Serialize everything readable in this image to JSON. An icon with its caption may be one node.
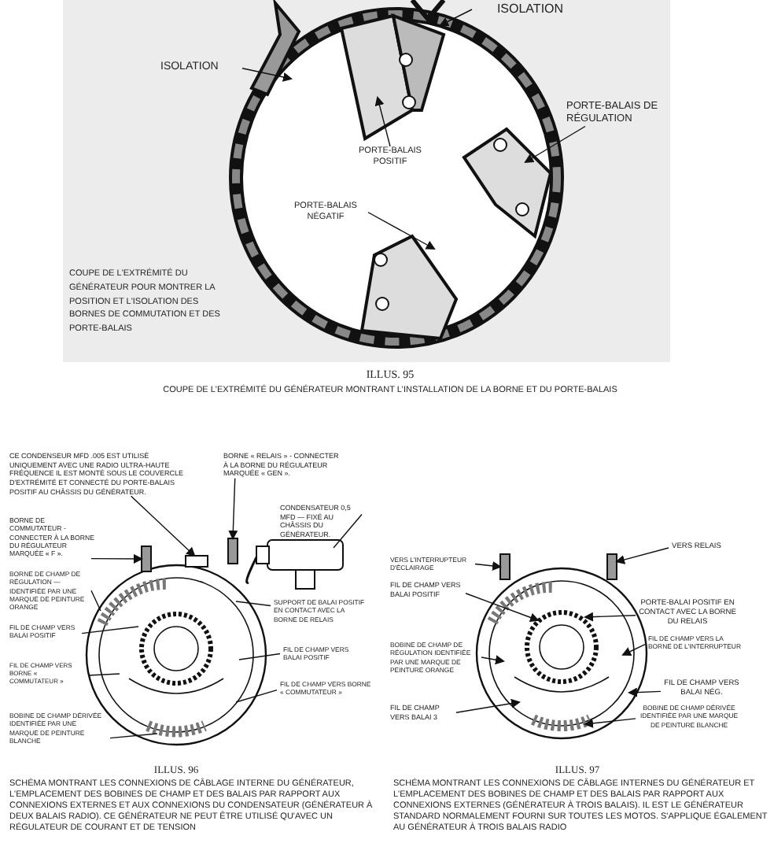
{
  "diagram": {
    "nodes": [
      {
        "text": [
          "ISOLATION"
        ]
      },
      {
        "text": [
          "ISOLATION"
        ]
      },
      {
        "text": [
          "PORTE-BALAIS DE RÉGULATION"
        ]
      },
      {
        "text": [
          "PORTE-BALAIS POSITIF"
        ]
      },
      {
        "text": [
          "PORTE-BALAIS NÉGATIF"
        ]
      },
      {
        "text": [
          "CE CONDENSEUR MFD .005 EST UTILISÉ UNIQUEMENT AVEC UNE RADIO ULTRA-HAUTE FRÉQUENCE IL EST MONTÉ SOUS LE COUVERCLE D'EXTRÉMITÉ ET CONNECTÉ DU PORTE-BALAIS POSITIF AU CHÂSSIS DU GÉNÉRATEUR."
        ]
      },
      {
        "text": [
          "BORNE DE COMMUTATEUR - CONNECTER À LA BORNE DU RÉGULATEUR MARQUÉE « F »."
        ]
      },
      {
        "text": [
          "BORNE « RELAIS » - CONNECTER À LA BORNE DU RÉGULATEUR MARQUÉE « GEN »."
        ]
      },
      {
        "text": [
          "CONDENSATEUR 0,5 MFD — FIXÉ AU CHÂSSIS DU GÉNÉRATEUR."
        ]
      },
      {
        "text": [
          "BORNE DE CHAMP DE RÉGULATION — IDENTIFIÉE PAR UNE MARQUE DE PEINTURE ORANGE"
        ]
      },
      {
        "text": [
          "SUPPORT DE BALAI POSITIF EN CONTACT AVEC LA BORNE DE RELAIS"
        ]
      },
      {
        "text": [
          "FIL DE CHAMP VERS BALAI POSITIF"
        ]
      },
      {
        "text": [
          "FIL DE CHAMP VERS BORNE « COMMUTATEUR »"
        ]
      },
      {
        "text": [
          "FIL DE CHAMP VERS BALAI POSITIF"
        ]
      },
      {
        "text": [
          "FIL DE CHAMP VERS BORNE « COMMUTATEUR »"
        ]
      },
      {
        "text": [
          "BOBINE DE CHAMP DÉRIVÉE IDENTIFIÉE PAR UNE MARQUE DE PEINTURE BLANCHE"
        ]
      },
      {
        "text": [
          "VERS L'INTERRUPTEUR D'ÉCLAIRAGE"
        ]
      },
      {
        "text": [
          "VERS RELAIS"
        ]
      },
      {
        "text": [
          "FIL DE CHAMP VERS BALAI POSITIF"
        ]
      },
      {
        "text": [
          "PORTE-BALAI POSITIF EN CONTACT AVEC LA BORNE DU RELAIS"
        ]
      },
      {
        "text": [
          "FIL DE CHAMP VERS LA BORNE DE L'INTERRUPTEUR"
        ]
      },
      {
        "text": [
          "BOBINE DE CHAMP DE RÉGULATION IDENTIFIÉE PAR UNE MARQUE DE PEINTURE ORANGE"
        ]
      },
      {
        "text": [
          "FIL DE CHAMP VERS BALAI NÉG."
        ]
      },
      {
        "text": [
          "FIL DE CHAMP VERS BALAI 3"
        ]
      },
      {
        "text": [
          "BOBINE DE CHAMP DÉRIVÉE IDENTIFIÉE PAR UNE MARQUE DE PEINTURE BLANCHE"
        ]
      },
      {
        "text": [],
        "shape": "bar"
      },
      {
        "text": [],
        "shape": "bar"
      },
      {
        "text": [],
        "shape": "bar"
      },
      {
        "text": [],
        "shape": "bar"
      },
      {
        "text": [],
        "shape": "box"
      }
    ],
    "edges": [
      {
        "from": 0,
        "to": null,
        "arrow": "to"
      },
      {
        "from": 1,
        "to": null,
        "arrow": "to"
      },
      {
        "from": 2,
        "to": null,
        "arrow": "to"
      },
      {
        "from": 3,
        "to": null,
        "arrow": "to"
      },
      {
        "from": 4,
        "to": null,
        "arrow": "to"
      },
      {
        "from": 5,
        "to": 29,
        "arrow": "to"
      },
      {
        "from": 6,
        "to": 25,
        "arrow": "to"
      },
      {
        "from": 7,
        "to": 26,
        "arrow": "to"
      },
      {
        "from": 8,
        "to": null,
        "arrow": "none"
      },
      {
        "from": 9,
        "to": null,
        "arrow": "none"
      },
      {
        "from": 10,
        "to": null,
        "arrow": "none"
      },
      {
        "from": 11,
        "to": null,
        "arrow": "none"
      },
      {
        "from": 12,
        "to": null,
        "arrow": "none"
      },
      {
        "from": 13,
        "to": null,
        "arrow": "none"
      },
      {
        "from": 14,
        "to": null,
        "arrow": "none"
      },
      {
        "from": 15,
        "to": null,
        "arrow": "none"
      },
      {
        "from": 16,
        "to": 27,
        "arrow": "to"
      },
      {
        "from": 17,
        "to": 28,
        "arrow": "to"
      },
      {
        "from": 18,
        "to": null,
        "arrow": "to"
      },
      {
        "from": 19,
        "to": null,
        "arrow": "to"
      },
      {
        "from": 20,
        "to": null,
        "arrow": "to"
      },
      {
        "from": 21,
        "to": null,
        "arrow": "to"
      },
      {
        "from": 22,
        "to": null,
        "arrow": "to"
      },
      {
        "from": 23,
        "to": null,
        "arrow": "to"
      },
      {
        "from": 24,
        "to": null,
        "arrow": "to"
      }
    ],
    "labels": [
      "COUPE DE L'EXTRÉMITÉ DU GÉNÉRATEUR POUR MONTRER LA POSITION ET L'ISOLATION DES BORNES DE COMMUTATION ET DES PORTE-BALAIS",
      "ILLUS. 95",
      "COUPE DE L'EXTRÉMITÉ DU GÉNÉRATEUR MONTRANT L'INSTALLATION DE LA BORNE ET DU PORTE-BALAIS",
      "ILLUS. 96",
      "SCHÉMA MONTRANT LES CONNEXIONS DE CÂBLAGE INTERNE DU GÉNÉRATEUR, L'EMPLACEMENT DES BOBINES DE CHAMP ET DES BALAIS PAR RAPPORT AUX CONNEXIONS EXTERNES ET AUX CONNEXIONS DU CONDENSATEUR (GÉNÉRATEUR À DEUX BALAIS RADIO). CE GÉNÉRATEUR NE PEUT ÊTRE UTILISÉ QU'AVEC UN RÉGULATEUR DE COURANT ET DE TENSION",
      "ILLUS. 97",
      "SCHÉMA MONTRANT LES CONNEXIONS DE CÂBLAGE INTERNES DU GÉNÉRATEUR ET L'EMPLACEMENT DES BOBINES DE CHAMP ET DES BALAIS PAR RAPPORT AUX CONNEXIONS EXTERNES (GÉNÉRATEUR À TROIS BALAIS). IL EST LE GÉNÉRATEUR STANDARD NORMALEMENT FOURNI SUR TOUTES LES MOTOS. S'APPLIQUE ÉGALEMENT AU GÉNÉRATEUR À TROIS BALAIS RADIO"
    ]
  }
}
